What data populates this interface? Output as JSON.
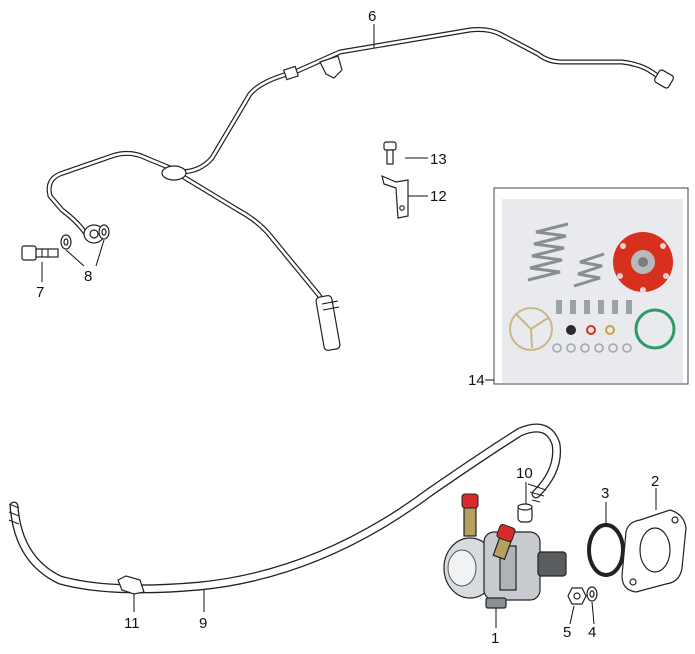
{
  "callouts": {
    "c1": "1",
    "c2": "2",
    "c3": "3",
    "c4": "4",
    "c5": "5",
    "c6": "6",
    "c7": "7",
    "c8": "8",
    "c9": "9",
    "c10": "10",
    "c11": "11",
    "c12": "12",
    "c13": "13",
    "c14": "14"
  },
  "colors": {
    "line": "#222222",
    "kit_panel_bg": "#e9eaee",
    "diaphragm_red": "#d8301f",
    "cap_red": "#d82a2a",
    "gasket_green": "#2f9a66"
  }
}
